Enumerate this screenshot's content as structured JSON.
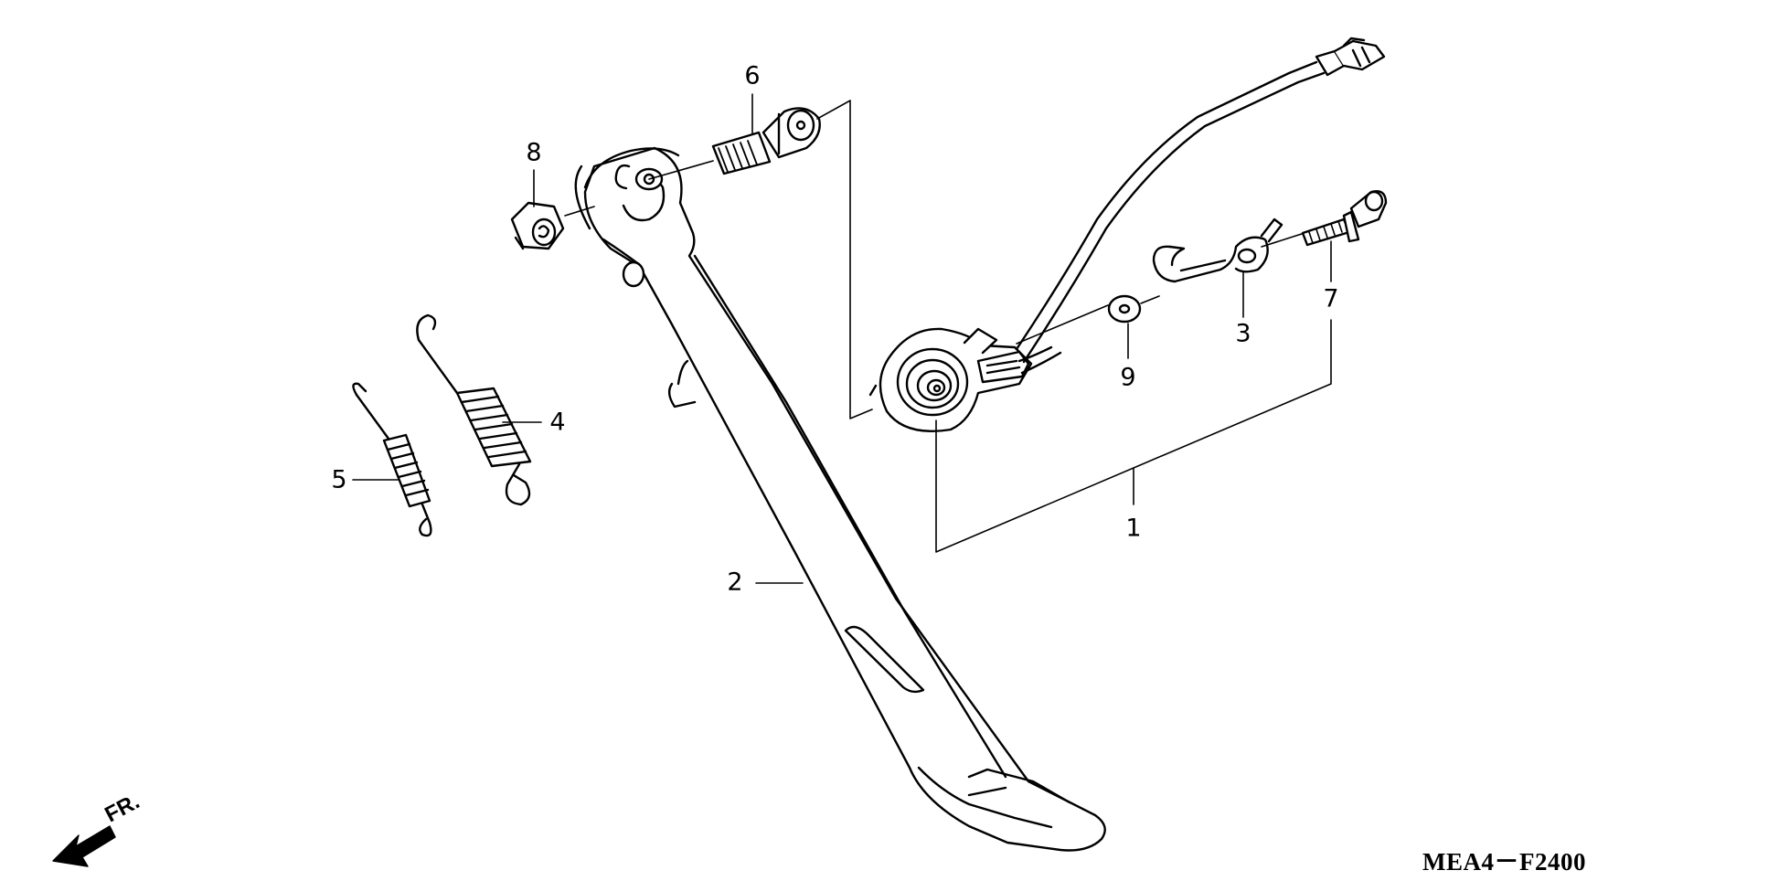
{
  "diagram": {
    "code": "MEA4－F2400",
    "front_indicator": "FR.",
    "callouts": [
      {
        "number": "1",
        "part": "side-stand-switch"
      },
      {
        "number": "2",
        "part": "side-stand"
      },
      {
        "number": "3",
        "part": "switch-bracket"
      },
      {
        "number": "4",
        "part": "large-spring"
      },
      {
        "number": "5",
        "part": "small-spring"
      },
      {
        "number": "6",
        "part": "pivot-bolt"
      },
      {
        "number": "7",
        "part": "flange-bolt"
      },
      {
        "number": "8",
        "part": "lock-nut"
      },
      {
        "number": "9",
        "part": "washer"
      }
    ]
  },
  "colors": {
    "line": "#000000",
    "fill": "#ffffff"
  }
}
